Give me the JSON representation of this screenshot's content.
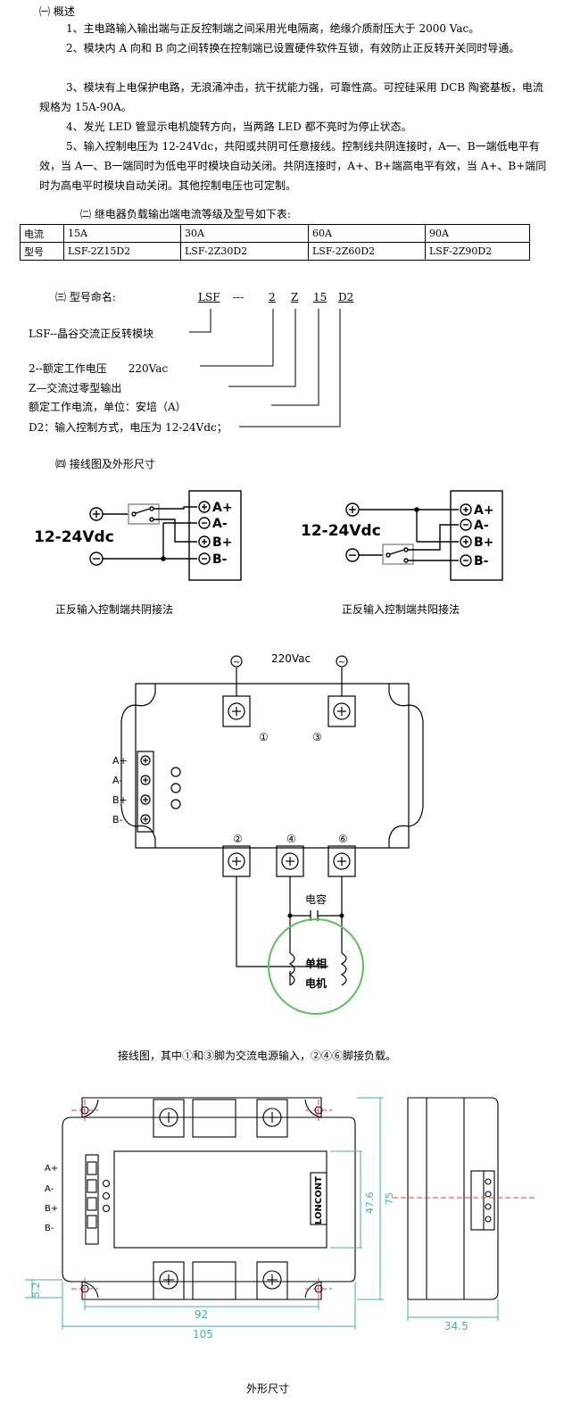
{
  "section1": {
    "heading": "㈠ 概述",
    "p1": "1、主电路输入输出端与正反控制端之间采用光电隔离，绝缘介质耐压大于 2000 Vac。",
    "p2": "2、模块内 A 向和 B 向之间转换在控制端已设置硬件软件互锁，有效防止正反转开关同时导通。",
    "p3": "3、模块有上电保护电路，无浪涌冲击，抗干扰能力强，可靠性高。可控硅采用 DCB 陶瓷基板，电流规格为 15A-90A。",
    "p4": "4、发光 LED 管显示电机旋转方向，当两路 LED 都不亮时为停止状态。",
    "p5": "5、输入控制电压为 12-24Vdc，共阳或共阴可任意接线。控制线共阴连接时，A一、B一端低电平有效，当 A一、B一端同时为低电平时模块自动关闭。共阴连接时，A+、B+端高电平有效，当 A+、B+端同时为高电平时模块自动关闭。其他控制电压也可定制。"
  },
  "section2": {
    "heading": "㈡ 继电器负载输出端电流等级及型号如下表:",
    "table": {
      "row1": [
        "电流",
        "15A",
        "30A",
        "60A",
        "90A"
      ],
      "row2": [
        "型号",
        "LSF-2Z15D2",
        "LSF-2Z30D2",
        "LSF-2Z60D2",
        "LSF-2Z90D2"
      ]
    }
  },
  "section3": {
    "heading": "㈢ 型号命名:",
    "code": {
      "p1": "LSF",
      "dash": "---",
      "p2": "2",
      "p3": "Z",
      "p4": "15",
      "p5": "D2"
    },
    "lines": [
      "LSF--晶谷交流正反转模块",
      "2--额定工作电压　　220Vac",
      "Z—交流过零型输出",
      "额定工作电流，单位：安培（A）",
      "D2：输入控制方式，电压为 12-24Vdc；"
    ]
  },
  "section4": {
    "heading": "㈣ 接线图及外形尺寸",
    "wiring": {
      "voltage": "12-24Vdc",
      "plus": "+",
      "minus": "−",
      "terminals": [
        "A+",
        "A-",
        "B+",
        "B-"
      ],
      "caption_left": "正反输入控制端共阴接法",
      "caption_right": "正反输入控制端共阳接法"
    },
    "module": {
      "supply": "220Vac",
      "tilde": "~",
      "pins": [
        "①",
        "③",
        "②",
        "④",
        "⑥"
      ],
      "ctrl_labels": [
        "A+",
        "A-",
        "B+",
        "B-"
      ],
      "capacitor": "电容",
      "motor_line1": "单相",
      "motor_line2": "电机",
      "caption": "接线图，其中①和③脚为交流电源输入，②④⑥脚接负载。"
    },
    "dimensions": {
      "brand": "LONCONT",
      "labels": [
        "A+",
        "A-",
        "B+",
        "B-"
      ],
      "d_hole": "5.2",
      "d_47": "47.6",
      "d_75": "75",
      "d_92": "92",
      "d_105": "105",
      "d_34": "34.5",
      "caption": "外形尺寸"
    }
  }
}
